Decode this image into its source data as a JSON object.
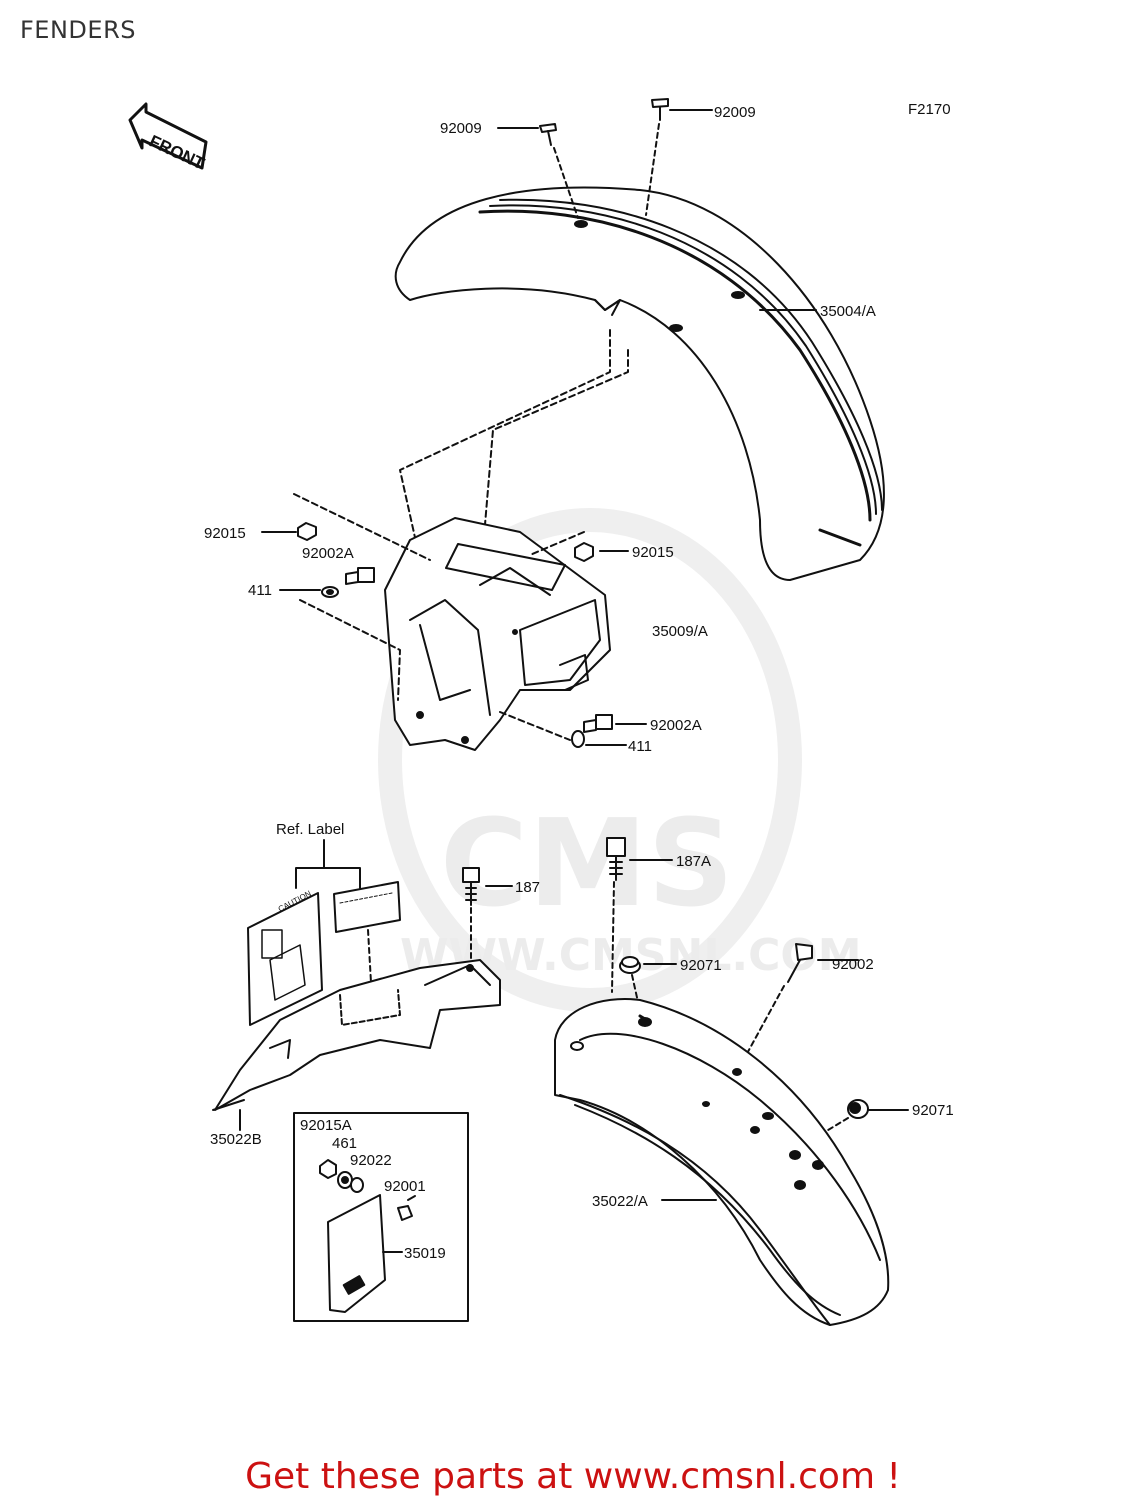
{
  "title": "FENDERS",
  "figure_code": "F2170",
  "front_label": "FRONT",
  "ref_label": "Ref. Label",
  "caution_label": "CAUTION",
  "watermark": {
    "brand": "CMS",
    "url": "WWW.CMSNL.COM"
  },
  "part_labels": {
    "p92009_a": "92009",
    "p92009_b": "92009",
    "p35004": "35004/A",
    "p92015_left": "92015",
    "p92002A_left": "92002A",
    "p411_left": "411",
    "p92015_right": "92015",
    "p35009": "35009/A",
    "p92002A_right": "92002A",
    "p411_right": "411",
    "p187": "187",
    "p187A": "187A",
    "p92071_top": "92071",
    "p92002": "92002",
    "p92071_right": "92071",
    "p35022B": "35022B",
    "p92015A": "92015A",
    "p461": "461",
    "p92022": "92022",
    "p92001": "92001",
    "p35019": "35019",
    "p35022A": "35022/A"
  },
  "footer": "Get these parts at www.cmsnl.com !"
}
